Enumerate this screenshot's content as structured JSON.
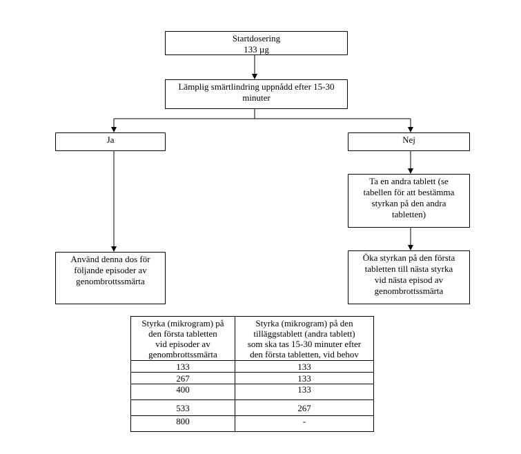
{
  "flowchart": {
    "start": {
      "line1": "Startdosering",
      "line2": "133 µg"
    },
    "check": {
      "line1": "Lämplig smärtlindring uppnådd efter 15-30",
      "line2": "minuter"
    },
    "yes": {
      "label": "Ja"
    },
    "no": {
      "label": "Nej"
    },
    "second_tablet": {
      "line1": "Ta en andra tablett (se",
      "line2": "tabellen för att bestämma",
      "line3": "styrkan på den andra",
      "line4": "tabletten)"
    },
    "use_dose": {
      "line1": "Använd denna dos för",
      "line2": "följande episoder av",
      "line3": "genombrottssmärta"
    },
    "increase": {
      "line1": "Öka styrkan på den första",
      "line2": "tabletten till nästa styrka",
      "line3": "vid nästa episod av",
      "line4": "genombrottssmärta"
    }
  },
  "table": {
    "header1": {
      "line1": "Styrka (mikrogram) på",
      "line2": "den första tabletten",
      "line3": "vid episoder av",
      "line4": "genombrottssmärta"
    },
    "header2": {
      "line1": "Styrka (mikrogram) på den",
      "line2": "tilläggstablett (andra tablett)",
      "line3": "som ska tas 15-30 minuter efter",
      "line4": "den första tabletten, vid behov"
    },
    "rows": [
      {
        "first": "133",
        "second": "133"
      },
      {
        "first": "267",
        "second": "133"
      },
      {
        "first": "400",
        "second": "133"
      },
      {
        "first": "533",
        "second": "267"
      },
      {
        "first": "800",
        "second": "-"
      }
    ]
  }
}
